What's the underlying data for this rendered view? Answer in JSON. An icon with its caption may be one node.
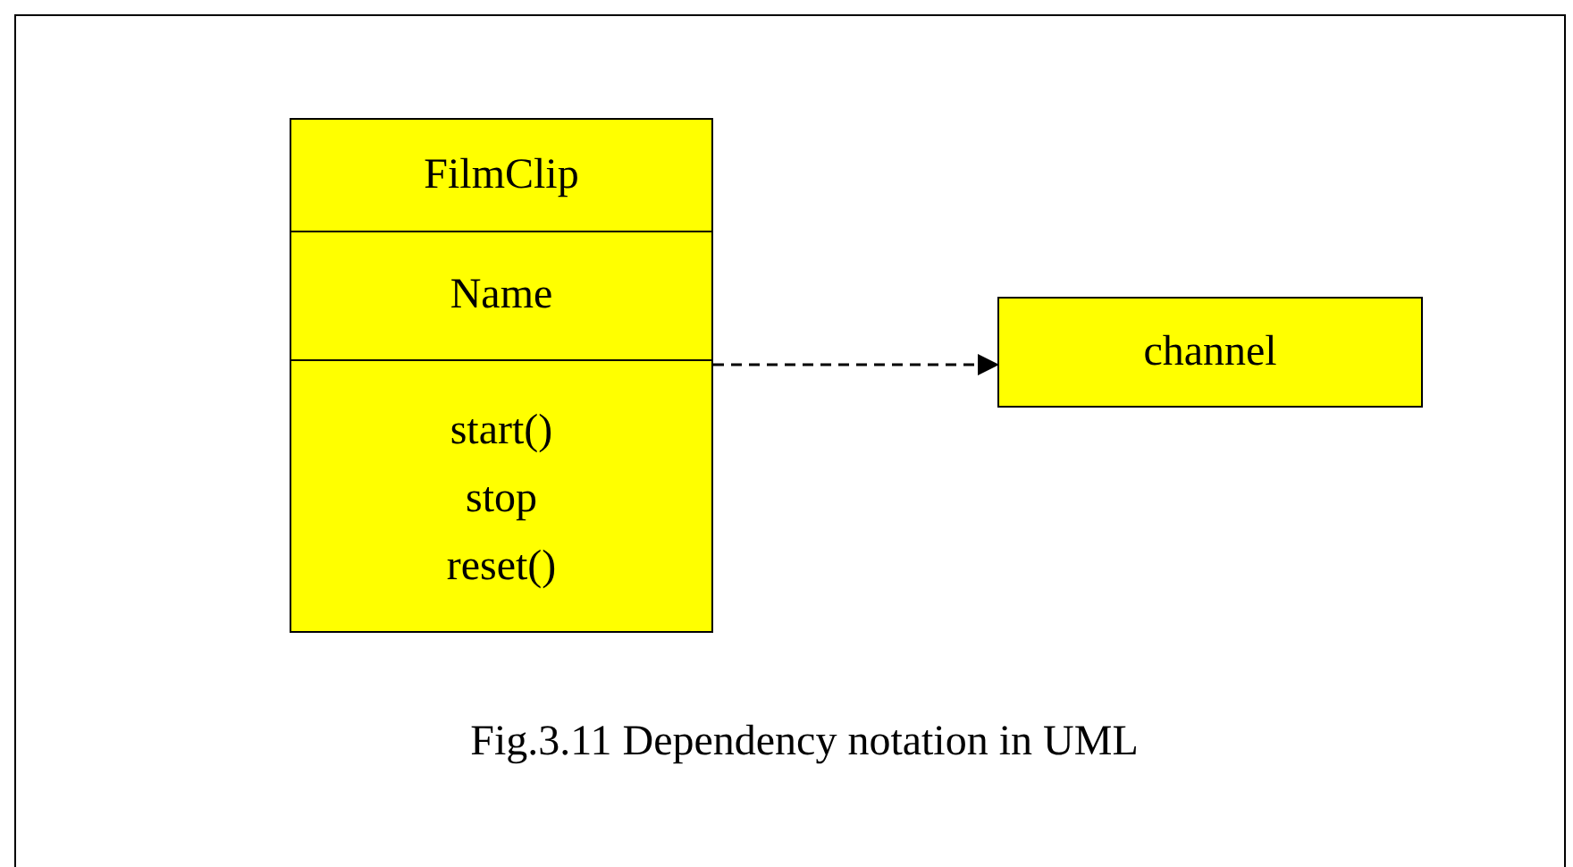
{
  "diagram": {
    "caption": "Fig.3.11 Dependency notation in UML",
    "nodes": [
      {
        "text": [
          "FilmClip",
          "Name",
          "start() stop reset()"
        ]
      },
      {
        "text": [
          "channel"
        ]
      }
    ],
    "edges": [
      {
        "from": 0,
        "to": 1,
        "arrow": "to",
        "style": "dashed"
      }
    ]
  }
}
